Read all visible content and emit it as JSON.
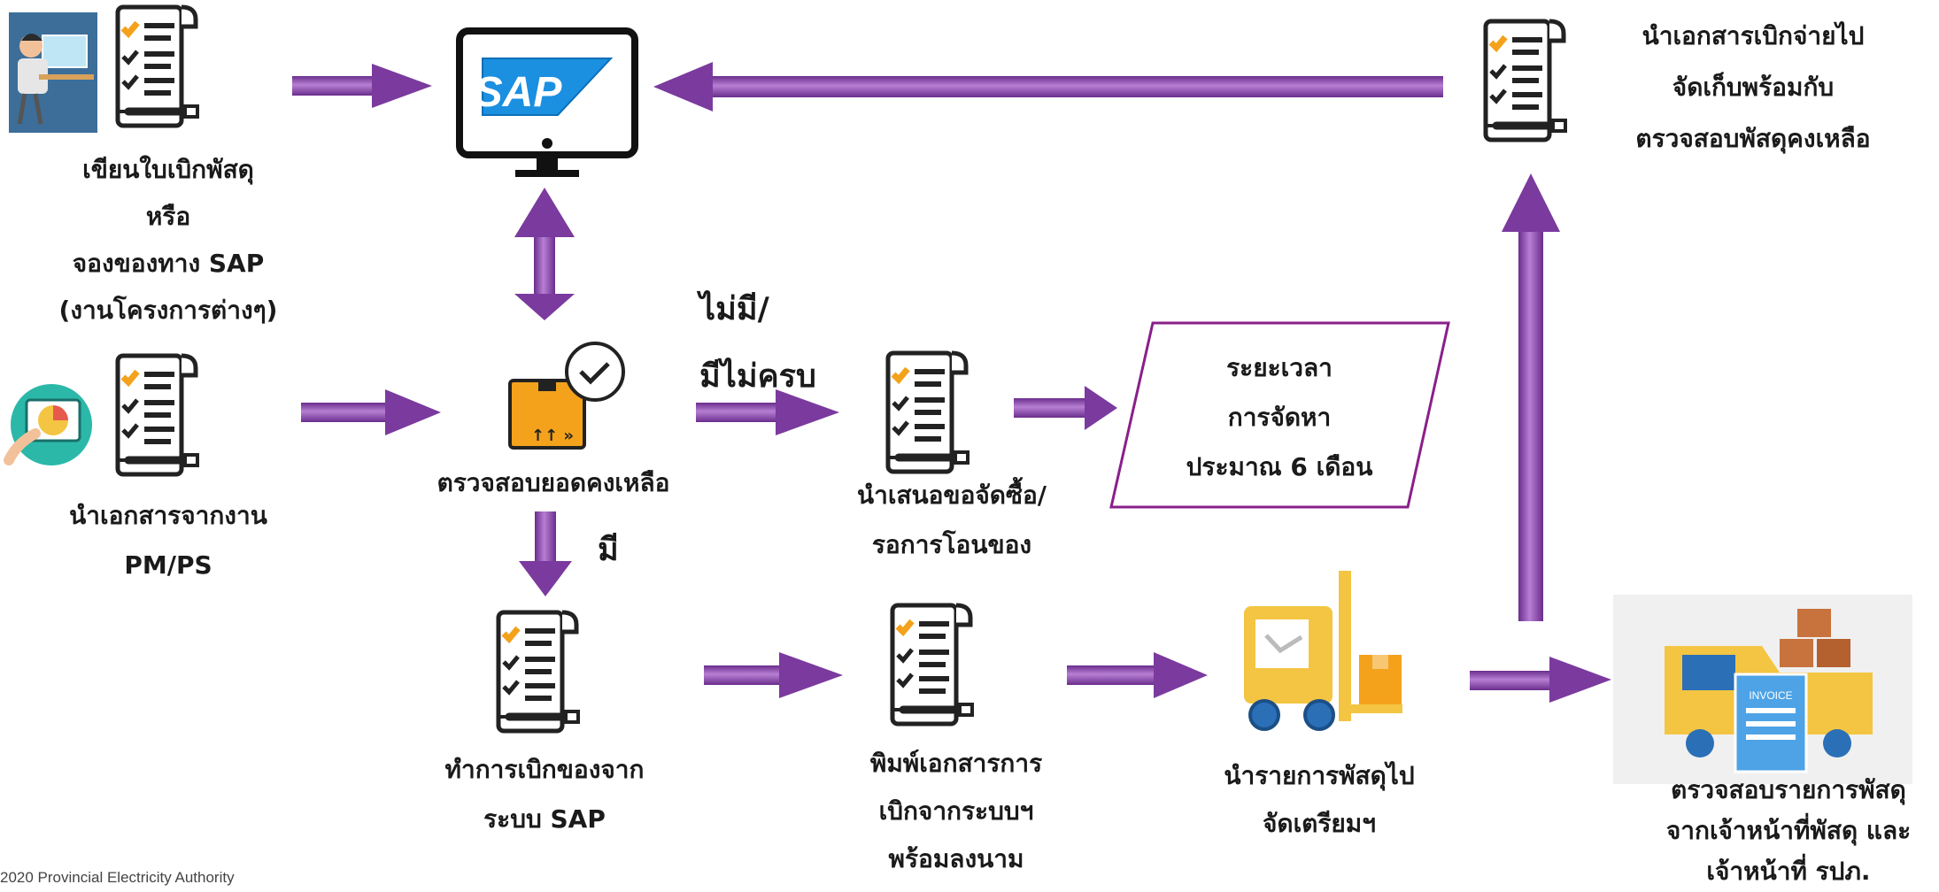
{
  "colors": {
    "arrow": "#7b3a9e",
    "arrow_highlight": "#b77fd4",
    "para_border": "#8a1f8a",
    "sap_blue": "#1b8fe0"
  },
  "icons": {
    "monitor": "sap-monitor-icon",
    "checklist": "checklist-scroll-icon",
    "box": "box-check-icon",
    "forklift": "forklift-icon",
    "truck": "invoice-truck-icon"
  },
  "sap_logo": "SAP",
  "invoice_text": "INVOICE",
  "nodes": {
    "write_request": [
      "เขียนใบเบิกพัสดุ",
      "หรือ",
      "จองของทาง SAP",
      "(งานโครงการต่างๆ)"
    ],
    "pm_ps": [
      "นำเอกสารจากงาน",
      "PM/PS"
    ],
    "check_balance": [
      "ตรวจสอบยอดคงเหลือ"
    ],
    "propose_purchase": [
      "นำเสนอขอจัดซื้อ/",
      "รอการโอนของ"
    ],
    "duration": [
      "ระยะเวลา",
      "การจัดหา",
      "ประมาณ 6 เดือน"
    ],
    "withdraw_sap": [
      "ทำการเบิกของจาก",
      "ระบบ SAP"
    ],
    "print_docs": [
      "พิมพ์เอกสารการ",
      "เบิกจากระบบฯ",
      "พร้อมลงนาม"
    ],
    "prepare_items": [
      "นำรายการพัสดุไป",
      "จัดเตรียมฯ"
    ],
    "verify_items": [
      "ตรวจสอบรายการพัสดุ",
      "จากเจ้าหน้าที่พัสดุ และ",
      "เจ้าหน้าที่ รปภ."
    ],
    "store_docs": [
      "นำเอกสารเบิกจ่ายไป",
      "จัดเก็บพร้อมกับ",
      "ตรวจสอบพัสดุคงเหลือ"
    ]
  },
  "branch_labels": {
    "not_available": [
      "ไม่มี/",
      "มีไม่ครบ"
    ],
    "available": "มี"
  },
  "footer": "2020 Provincial Electricity Authority"
}
